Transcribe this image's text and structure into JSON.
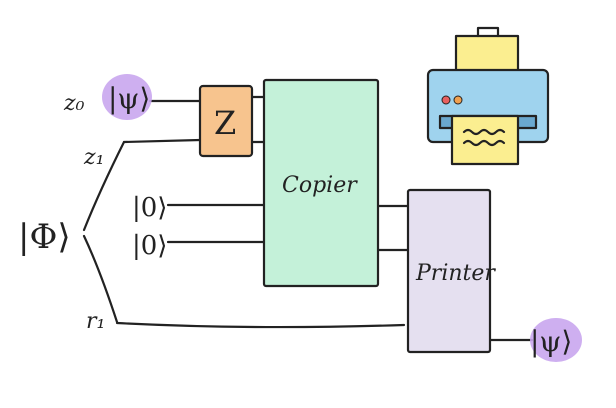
{
  "labels": {
    "z0": "z₀",
    "z1": "z₁",
    "r1": "r₁",
    "phi": "|Φ⟩",
    "psi_in": "|ψ⟩",
    "psi_out": "|ψ⟩",
    "ket0_top": "|0⟩",
    "ket0_bottom": "|0⟩"
  },
  "gates": {
    "z": "Z",
    "copier": "Copier",
    "printer": "Printer"
  },
  "colors": {
    "psi_purple": "#c9a6ee",
    "z_orange": "#f7c48e",
    "copier_green": "#c4f1d9",
    "printer_lavender": "#e5e0f0",
    "printer_icon_blue": "#9fd3ee",
    "paper_yellow": "#fbee90"
  },
  "icon": "printer-icon"
}
